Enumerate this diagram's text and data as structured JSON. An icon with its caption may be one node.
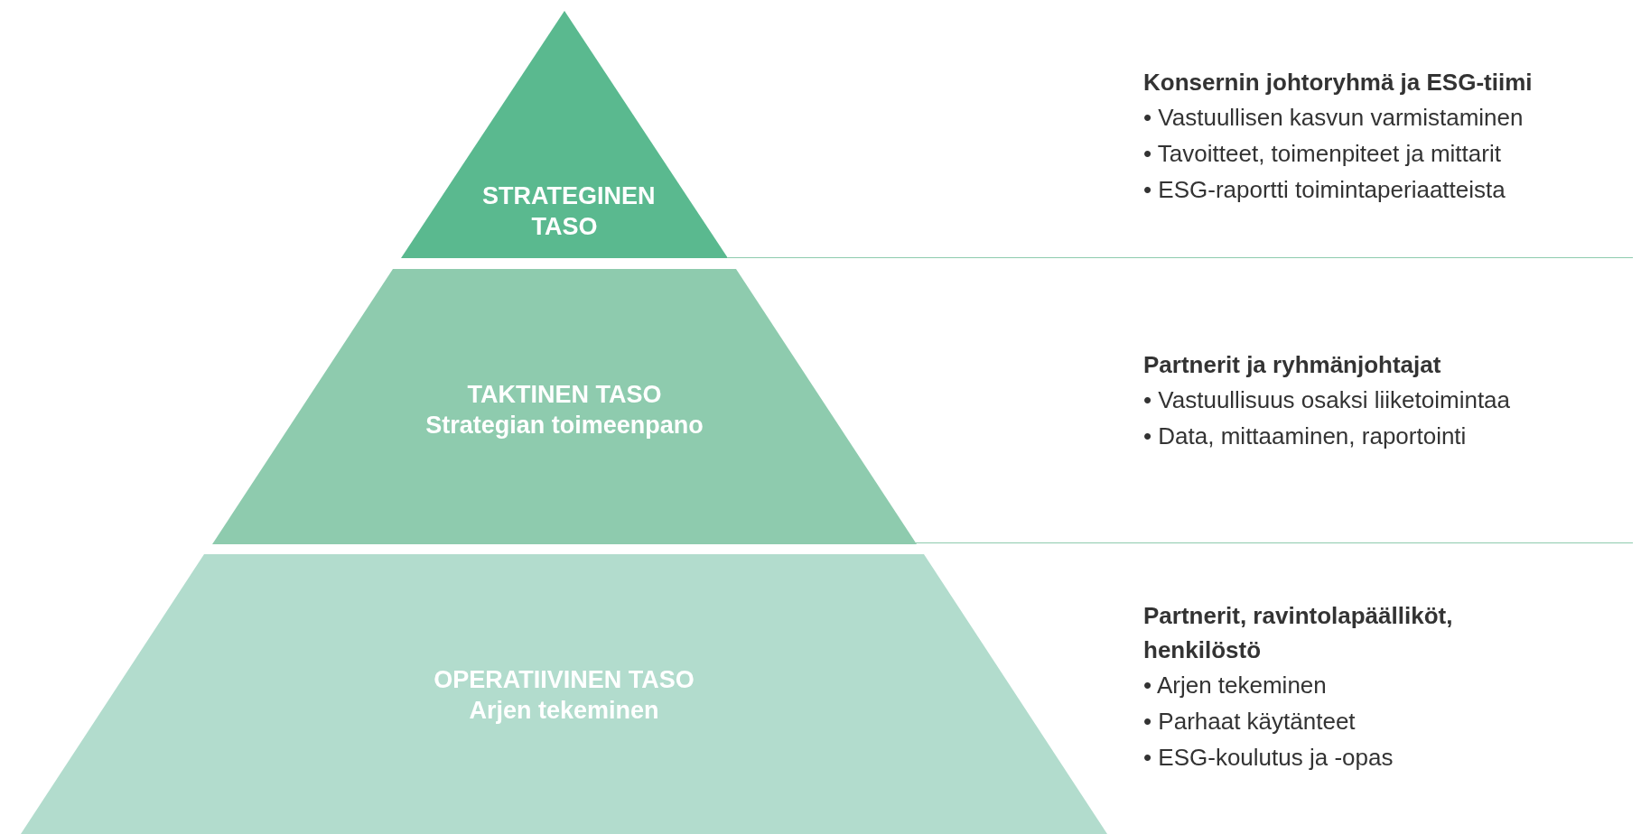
{
  "diagram": {
    "nodes": [
      {
        "text": [
          "STRATEGINEN TASO"
        ],
        "beside": [
          "Konsernin johtoryhmä ja ESG-tiimi",
          "• Vastuullisen kasvun varmistaminen",
          "• Tavoitteet, toimenpiteet ja mittarit",
          "• ESG-raportti toimintaperiaatteista"
        ]
      },
      {
        "text": [
          "TAKTINEN TASO",
          "Strategian toimeenpano"
        ],
        "beside": [
          "Partnerit ja ryhmänjohtajat",
          "• Vastuullisuus osaksi liiketoimintaa",
          "• Data, mittaaminen, raportointi"
        ]
      },
      {
        "text": [
          "OPERATIIVINEN TASO",
          "Arjen tekeminen"
        ],
        "beside": [
          "Partnerit, ravintolapäälliköt, henkilöstö",
          "• Arjen tekeminen",
          "• Parhaat käytänteet",
          "• ESG-koulutus ja -opas"
        ]
      }
    ]
  }
}
